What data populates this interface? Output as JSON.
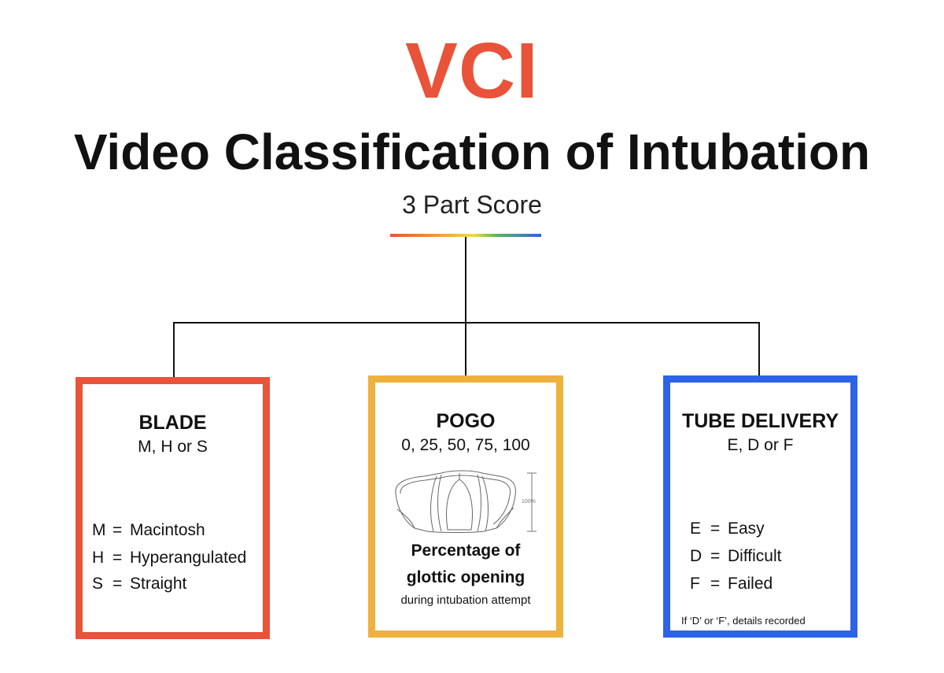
{
  "header": {
    "acronym": "VCI",
    "title": "Video Classification of Intubation",
    "subtitle": "3 Part Score"
  },
  "colors": {
    "accent_red": "#e8533a",
    "blade": "#e8533a",
    "pogo": "#efb13d",
    "tube": "#2d63e6",
    "gradient": [
      "#e8533a",
      "#efb13d",
      "#f2d84a",
      "#5cb85c",
      "#2d63e6"
    ]
  },
  "cards": {
    "blade": {
      "title": "BLADE",
      "subtitle": "M, H or S",
      "items": [
        {
          "key": "M",
          "eq": "=",
          "value": "Macintosh"
        },
        {
          "key": "H",
          "eq": "=",
          "value": "Hyperangulated"
        },
        {
          "key": "S",
          "eq": "=",
          "value": "Straight"
        }
      ]
    },
    "pogo": {
      "title": "POGO",
      "subtitle": "0, 25, 50, 75, 100",
      "diagram_label": "100%",
      "caption_line1": "Percentage of",
      "caption_line2": "glottic opening",
      "caption_line3": "during intubation attempt"
    },
    "tube": {
      "title": "TUBE DELIVERY",
      "subtitle": "E, D or F",
      "items": [
        {
          "key": "E",
          "eq": "=",
          "value": "Easy"
        },
        {
          "key": "D",
          "eq": "=",
          "value": "Difficult"
        },
        {
          "key": "F",
          "eq": "=",
          "value": "Failed"
        }
      ],
      "note": "If ‘D’ or ‘F’, details recorded"
    }
  }
}
